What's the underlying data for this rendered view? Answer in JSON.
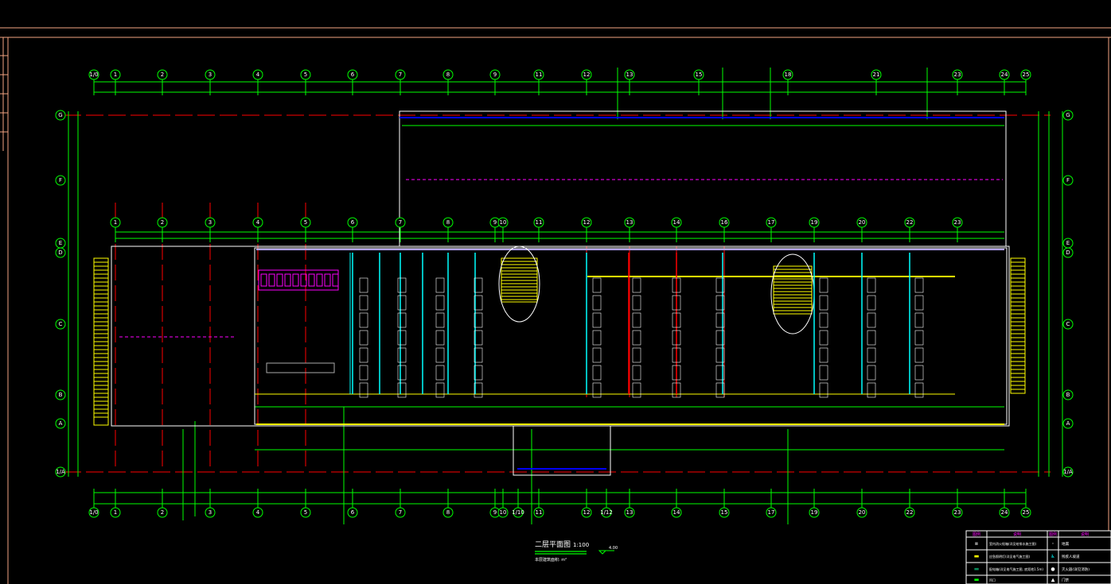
{
  "drawing": {
    "title": "二层平面图",
    "scale": "1:100",
    "subtitle": "本层建筑面积: m²",
    "elevation_mark": "4.00"
  },
  "axes": {
    "top": [
      "1/0",
      "1",
      "2",
      "3",
      "4",
      "5",
      "6",
      "7",
      "8",
      "9",
      "11",
      "12",
      "13",
      "15",
      "18",
      "21",
      "23",
      "24",
      "25"
    ],
    "middle": [
      "1",
      "2",
      "3",
      "4",
      "5",
      "6",
      "7",
      "8",
      "9",
      "10",
      "11",
      "12",
      "13",
      "14",
      "16",
      "17",
      "19",
      "20",
      "22",
      "23"
    ],
    "bottom": [
      "1/0",
      "1",
      "2",
      "3",
      "4",
      "5",
      "6",
      "7",
      "8",
      "9",
      "10",
      "1/10",
      "11",
      "12",
      "1/12",
      "13",
      "14",
      "15",
      "17",
      "19",
      "20",
      "22",
      "23",
      "24",
      "25"
    ],
    "rows": [
      "G",
      "F",
      "E",
      "D",
      "C",
      "B",
      "A",
      "1/A"
    ]
  },
  "legend": {
    "headers": [
      "图例",
      "说明",
      "图例",
      "说明"
    ],
    "rows": [
      {
        "left_desc": "室内消火栓箱(详见给排水施工图)",
        "right_desc": "地漏"
      },
      {
        "left_desc": "应急照明灯(详见电气施工图)",
        "right_desc": "残疾人坡道"
      },
      {
        "left_desc": "配电箱(详见电气施工图, 底距地1.5m)",
        "right_desc": "灭火器(详见消防)"
      },
      {
        "left_desc": "风口",
        "right_desc": "门禁"
      }
    ]
  },
  "colors": {
    "background": "#000000",
    "frame": "#f4a582",
    "axis": "#00ff00",
    "grid": "#ff0000",
    "wall": "#ffffff",
    "partition": "#00ffff",
    "highlight": "#ffff00",
    "window": "#0000ff",
    "accent": "#ff00ff"
  }
}
